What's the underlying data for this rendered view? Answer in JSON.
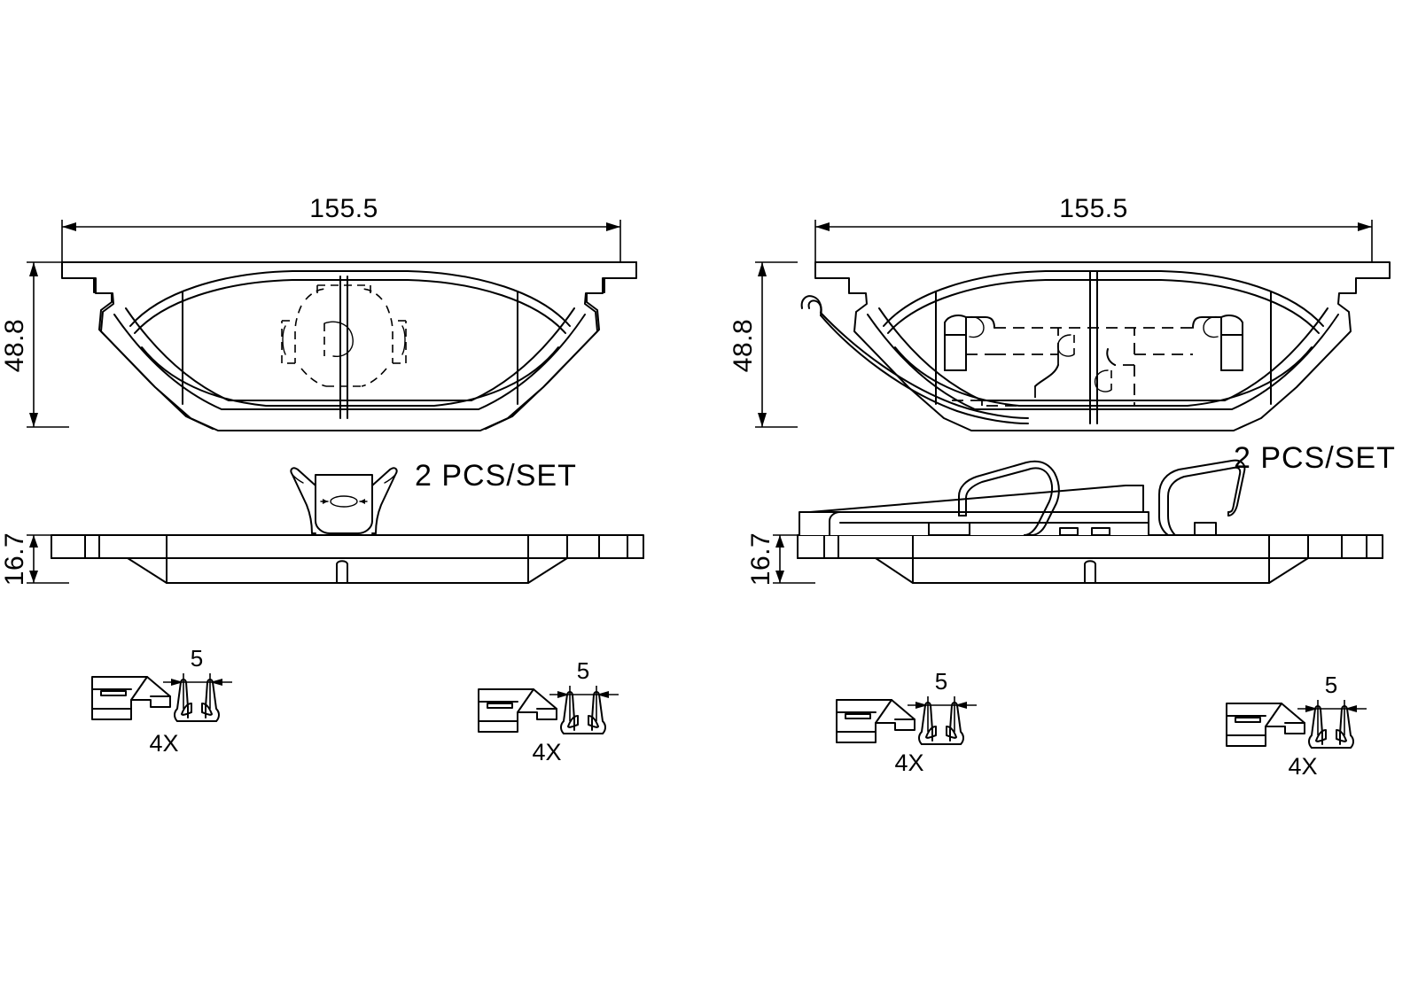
{
  "document": {
    "type": "technical-drawing",
    "subject": "brake-pad-set",
    "background_color": "#ffffff",
    "line_color": "#000000"
  },
  "views": {
    "front_left": {
      "name": "brake-pad-plan-view-left",
      "width_dimension": "155.5",
      "height_dimension": "48.8"
    },
    "front_right": {
      "name": "brake-pad-plan-view-right",
      "width_dimension": "155.5",
      "height_dimension": "48.8"
    },
    "side_left": {
      "name": "brake-pad-side-view-left",
      "thickness_dimension": "16.7",
      "set_quantity": "2",
      "set_unit": "PCS/SET"
    },
    "side_right": {
      "name": "brake-pad-side-view-right",
      "thickness_dimension": "16.7",
      "set_quantity": "2",
      "set_unit": "PCS/SET"
    }
  },
  "accessories": [
    {
      "name": "accessory-group-1",
      "clip_dimension": "5",
      "quantity": "4X"
    },
    {
      "name": "accessory-group-2",
      "clip_dimension": "5",
      "quantity": "4X"
    },
    {
      "name": "accessory-group-3",
      "clip_dimension": "5",
      "quantity": "4X"
    },
    {
      "name": "accessory-group-4",
      "clip_dimension": "5",
      "quantity": "4X"
    }
  ],
  "labels": {
    "dim_155_5_left": "155.5",
    "dim_155_5_right": "155.5",
    "dim_48_8_left": "48.8",
    "dim_48_8_right": "48.8",
    "dim_16_7_left": "16.7",
    "dim_16_7_right": "16.7",
    "pcs_set_left": "2   PCS/SET",
    "pcs_set_right": "2   PCS/SET",
    "clip_5_a": "5",
    "clip_5_b": "5",
    "clip_5_c": "5",
    "clip_5_d": "5",
    "qty_4x_a": "4X",
    "qty_4x_b": "4X",
    "qty_4x_c": "4X",
    "qty_4x_d": "4X"
  }
}
